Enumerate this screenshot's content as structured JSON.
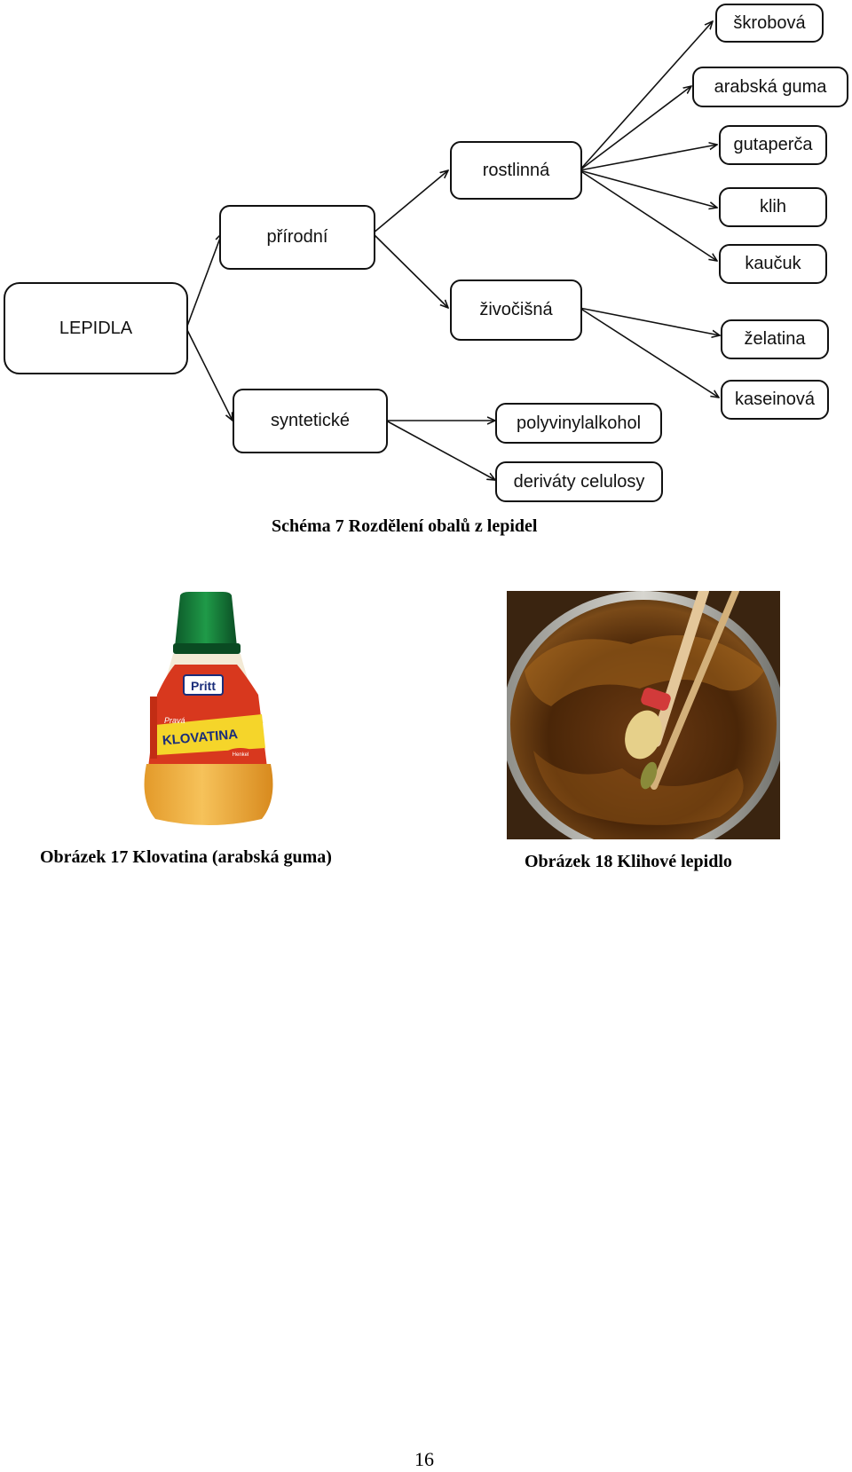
{
  "diagram": {
    "root": "LEPIDLA",
    "natural": "přírodní",
    "synthetic": "syntetické",
    "plant": "rostlinná",
    "animal": "živočišná",
    "starch": "škrobová",
    "arabic_gum": "arabská guma",
    "gutta": "gutaperča",
    "glue": "klih",
    "rubber": "kaučuk",
    "gelatin": "želatina",
    "casein": "kaseinová",
    "pva": "polyvinylalkohol",
    "cellulose": "deriváty celulosy",
    "caption": "Schéma 7 Rozdělení obalů z lepidel"
  },
  "figures": {
    "fig17_caption": "Obrázek 17 Klovatina (arabská guma)",
    "fig18_caption": "Obrázek 18 Klihové lepidlo",
    "bottle_label": {
      "brand": "Pritt",
      "small": "Pravá",
      "product": "KLOVATINA",
      "maker": "Henkel"
    }
  },
  "page_number": "16"
}
